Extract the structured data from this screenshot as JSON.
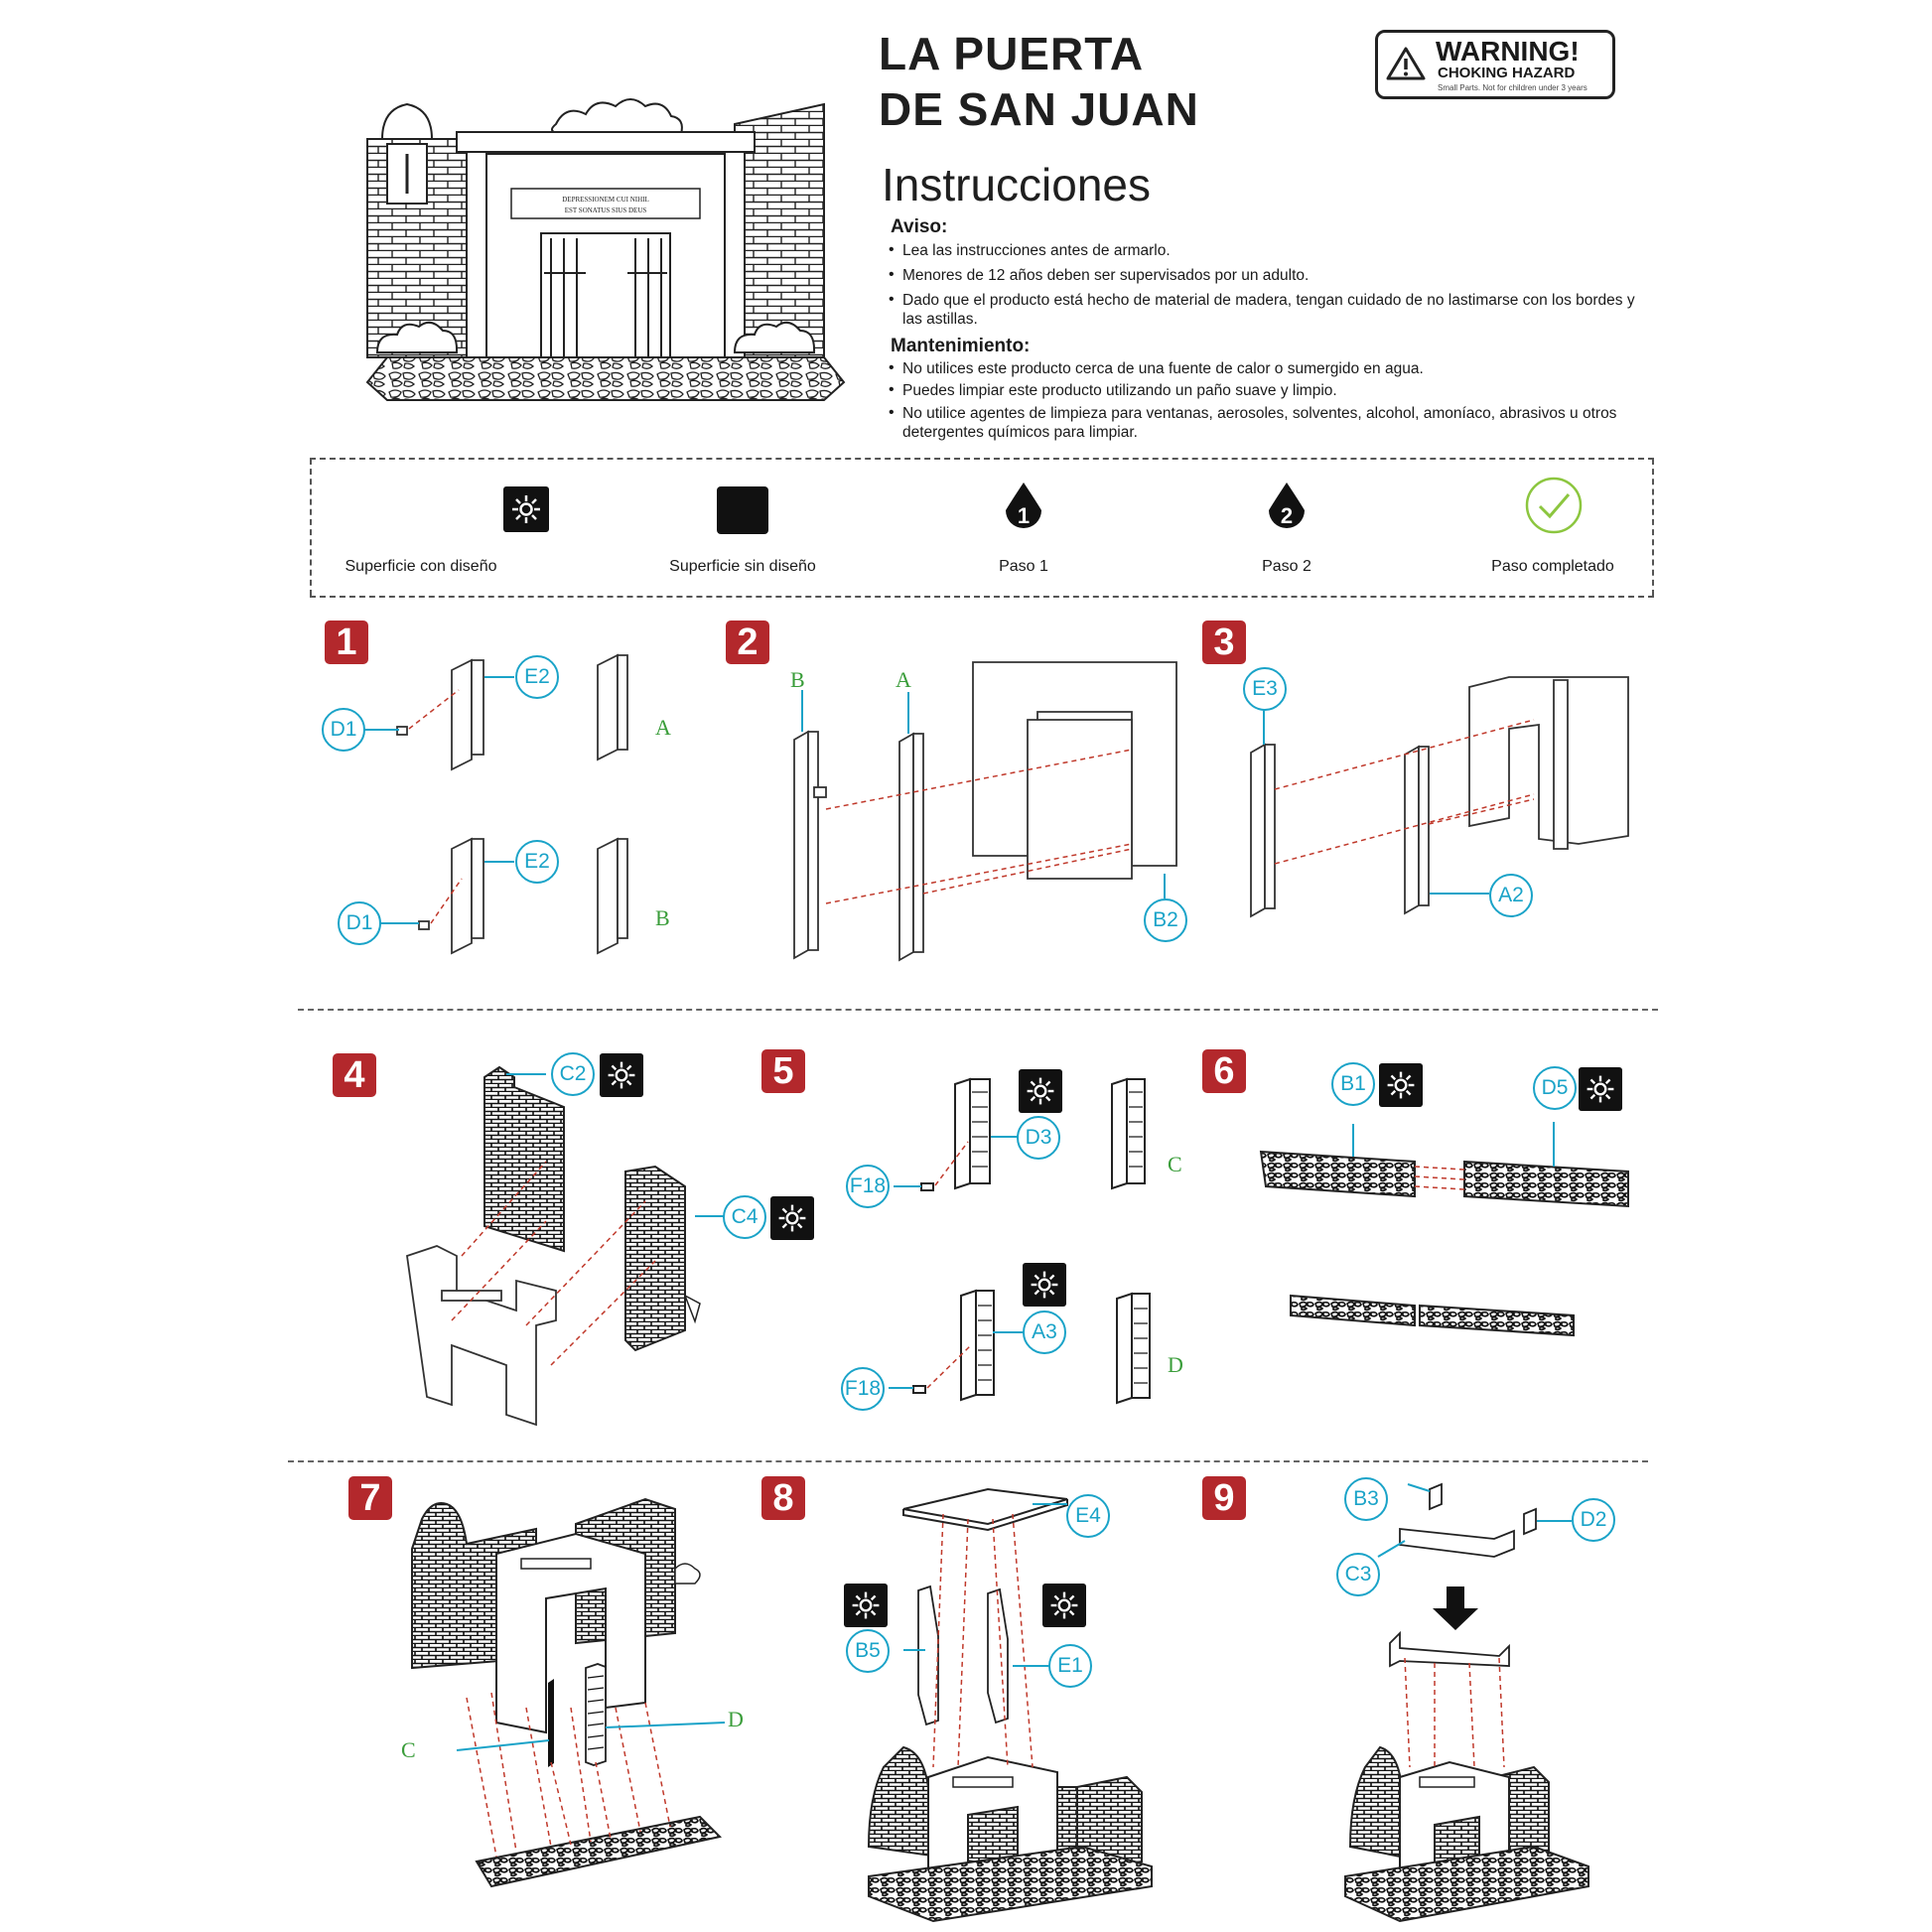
{
  "header": {
    "title_line1": "LA PUERTA",
    "title_line2": "DE SAN JUAN",
    "subtitle": "Instrucciones"
  },
  "warning": {
    "line1": "WARNING!",
    "line2": "CHOKING HAZARD",
    "line3": "Small Parts. Not for children under 3 years",
    "icon": "warning-triangle-icon"
  },
  "aviso": {
    "heading": "Aviso:",
    "items": [
      "Lea las instrucciones antes de armarlo.",
      "Menores de 12 años deben ser supervisados por un adulto.",
      "Dado que el producto está hecho de material de madera, tengan cuidado de no lastimarse con los bordes y las astillas."
    ]
  },
  "mantenimiento": {
    "heading": "Mantenimiento:",
    "items": [
      "No utilices este producto cerca de una fuente de calor o sumergido en agua.",
      "Puedes limpiar este producto utilizando un paño suave y limpio.",
      "No utilice agentes de limpieza para ventanas, aerosoles, solventes, alcohol, amoníaco, abrasivos u otros detergentes químicos para limpiar."
    ]
  },
  "hero_plaque": {
    "line1": "DEPRESSIONEM CUI NIHIL",
    "line2": "EST SONATUS SIUS DEUS"
  },
  "legend": [
    {
      "label": "Superficie con diseño",
      "icon": "patterned-surface-icon"
    },
    {
      "label": "Superficie sin diseño",
      "icon": "plain-surface-icon"
    },
    {
      "label": "Paso 1",
      "icon": "drop-1-icon",
      "number": "1"
    },
    {
      "label": "Paso 2",
      "icon": "drop-2-icon",
      "number": "2"
    },
    {
      "label": "Paso completado",
      "icon": "checkmark-icon",
      "color": "#8cc63f"
    }
  ],
  "colors": {
    "step_badge": "#b3282c",
    "part_bubble": "#1aa3c8",
    "assembly_label": "#3a9d3a",
    "guide_line": "#c0392b"
  },
  "steps": [
    {
      "number": "1",
      "parts": [
        "E2",
        "D1",
        "E2",
        "D1"
      ],
      "labels": [
        "A",
        "B"
      ]
    },
    {
      "number": "2",
      "parts": [
        "B2"
      ],
      "labels": [
        "B",
        "A"
      ]
    },
    {
      "number": "3",
      "parts": [
        "E3",
        "A2"
      ],
      "labels": []
    },
    {
      "number": "4",
      "parts": [
        "C2",
        "C4"
      ],
      "labels": []
    },
    {
      "number": "5",
      "parts": [
        "D3",
        "F18",
        "A3",
        "F18"
      ],
      "labels": [
        "C",
        "D"
      ]
    },
    {
      "number": "6",
      "parts": [
        "B1",
        "D5"
      ],
      "labels": []
    },
    {
      "number": "7",
      "parts": [],
      "labels": [
        "C",
        "D"
      ]
    },
    {
      "number": "8",
      "parts": [
        "E4",
        "B5",
        "E1"
      ],
      "labels": []
    },
    {
      "number": "9",
      "parts": [
        "B3",
        "D2",
        "C3"
      ],
      "labels": []
    }
  ]
}
